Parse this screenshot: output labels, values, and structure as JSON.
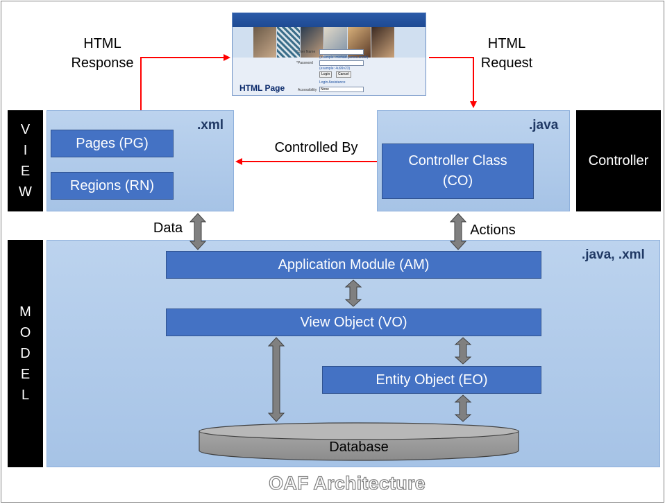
{
  "title": "OAF Architecture",
  "view_side": {
    "letters": [
      "V",
      "I",
      "E",
      "W"
    ]
  },
  "model_side": {
    "letters": [
      "M",
      "O",
      "D",
      "E",
      "L"
    ]
  },
  "controller_label": "Controller",
  "view_panel": {
    "tag": ".xml",
    "pages": "Pages (PG)",
    "regions": "Regions (RN)"
  },
  "controller_panel": {
    "tag": ".java",
    "class_line1": "Controller Class",
    "class_line2": "(CO)"
  },
  "model_panel": {
    "tag": ".java, .xml",
    "am": "Application Module (AM)",
    "vo": "View Object (VO)",
    "eo": "Entity Object (EO)",
    "db": "Database"
  },
  "labels": {
    "response_line1": "HTML",
    "response_line2": "Response",
    "request_line1": "HTML",
    "request_line2": "Request",
    "controlled_by": "Controlled By",
    "data": "Data",
    "actions": "Actions"
  },
  "html_page": {
    "caption": "HTML Page",
    "user_name_label": "*User Name",
    "user_name_hint": "(example: michael.james.smith)",
    "password_label": "*Password",
    "password_hint": "(example: 4u99v23)",
    "login_button": "Login",
    "cancel_button": "Cancel",
    "assistance_link": "Login Assistance",
    "accessibility_label": "Accessibility",
    "accessibility_value": "None"
  },
  "colors": {
    "box_blue": "#4472c4",
    "panel_blue": "#b4cdec",
    "arrow_red": "#ff0000",
    "arrow_gray": "#7f7f7f",
    "title_text": "#1f3864"
  }
}
